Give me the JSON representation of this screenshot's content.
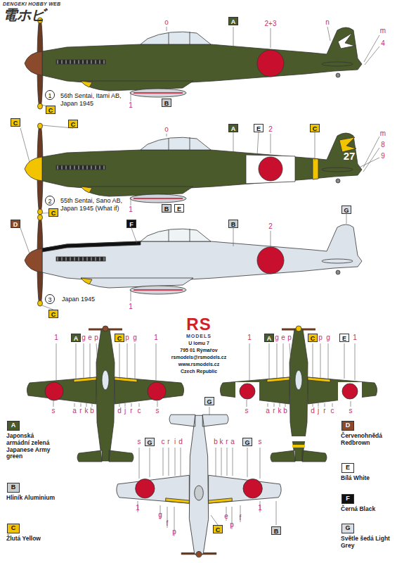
{
  "diagram": {
    "labels": [
      "DENGEKI HOBBY WEB",
      "電ホビ",
      "o",
      "A",
      "2+3",
      "n",
      "m",
      "4",
      "1",
      "B",
      "1",
      "56th Sentai, Itami AB, Japan 1945",
      "C",
      "C",
      "C",
      "o",
      "A",
      "E",
      "2",
      "C",
      "m",
      "8",
      "27",
      "9",
      "1",
      "B",
      "E",
      "2",
      "55th Sentai, Sano AB, Japan 1945 (What if)",
      "C",
      "D",
      "F",
      "B",
      "2",
      "G",
      "1",
      "3",
      "Japan 1945",
      "C",
      "RS",
      "MODELS",
      "U lomu 7",
      "795 01 Rýmařov",
      "rsmodels@rsmodels.cz",
      "www.rsmodels.cz",
      "Czech Republic",
      "1",
      "A",
      "g",
      "e",
      "p",
      "C",
      "p",
      "g",
      "1",
      "s",
      "a",
      "r",
      "k",
      "b",
      "d",
      "j",
      "r",
      "c",
      "s",
      "1",
      "A",
      "g",
      "e",
      "p",
      "C",
      "p",
      "g",
      "E",
      "1",
      "s",
      "a",
      "r",
      "k",
      "b",
      "d",
      "j",
      "r",
      "c",
      "s",
      "G",
      "s",
      "G",
      "c",
      "r",
      "i",
      "d",
      "b",
      "k",
      "r",
      "a",
      "G",
      "s",
      "1",
      "g",
      "f",
      "p",
      "C",
      "e",
      "p",
      "f",
      "1",
      "B",
      "A",
      "B",
      "C",
      "D",
      "E",
      "F",
      "G"
    ],
    "legend": [
      {
        "text": "Japonská armádní zelená Japanese Army green",
        "color": "#4b5a2a"
      },
      {
        "text": "Hliník Aluminium",
        "color": "#c8cdd0"
      },
      {
        "text": "Žlutá Yellow",
        "color": "#f2c400"
      },
      {
        "text": "Červenohnědá Redbrown",
        "color": "#8b4a2b"
      },
      {
        "text": "Bílá White",
        "color": "#ffffff"
      },
      {
        "text": "Černá Black",
        "color": "#111111"
      },
      {
        "text": "Světle šedá Light Grey",
        "color": "#d8dee6"
      }
    ]
  }
}
